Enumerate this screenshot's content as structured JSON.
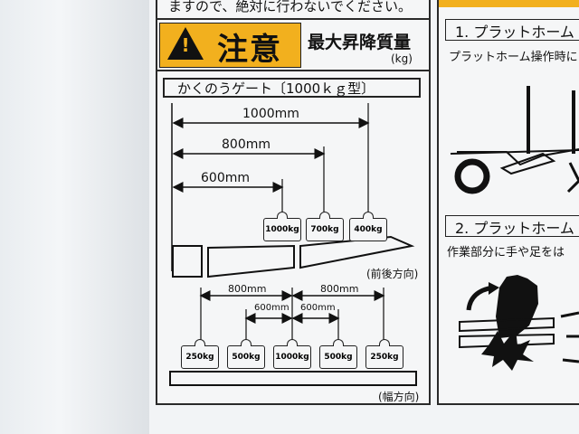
{
  "top_notice": "ますので、絶対に行わないでください。",
  "warning": {
    "label": "注意",
    "title": "最大昇降質量",
    "unit": "(kg)"
  },
  "gate_header": "かくのうゲート〔1000ｋｇ型〕",
  "front_back": {
    "distances": [
      "1000mm",
      "800mm",
      "600mm"
    ],
    "loads": [
      "1000kg",
      "700kg",
      "400kg"
    ],
    "caption": "(前後方向)"
  },
  "width_dir": {
    "outer_distances": [
      "800mm",
      "800mm"
    ],
    "inner_distances": [
      "600mm",
      "600mm"
    ],
    "loads": [
      "250kg",
      "500kg",
      "1000kg",
      "500kg",
      "250kg"
    ],
    "caption": "(幅方向)"
  },
  "right_panel": {
    "step1_title": "1. プラットホーム",
    "step1_text": "プラットホーム操作時に",
    "step2_title": "2. プラットホーム",
    "step2_text": "作業部分に手や足をは"
  },
  "colors": {
    "warning_yellow": "#f2b01e",
    "ink": "#111111",
    "sticker_bg": "#f5f6f7"
  }
}
